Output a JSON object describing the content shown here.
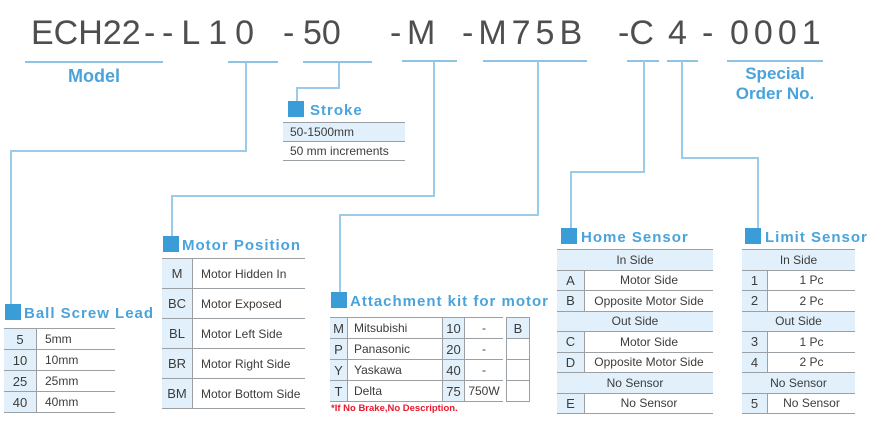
{
  "model_code": {
    "segments": [
      "ECH22",
      "-",
      "-L10",
      "-",
      "50",
      "-",
      "M",
      "-M75B",
      "-C",
      "4",
      "-",
      "0001"
    ],
    "model_label": "Model",
    "special_order_line1": "Special",
    "special_order_line2": "Order No."
  },
  "stroke": {
    "title": "Stroke",
    "range": "50-1500mm",
    "increment": "50 mm increments"
  },
  "ball_screw_lead": {
    "title": "Ball Screw Lead",
    "rows": [
      {
        "code": "5",
        "desc": "5mm"
      },
      {
        "code": "10",
        "desc": "10mm"
      },
      {
        "code": "25",
        "desc": "25mm"
      },
      {
        "code": "40",
        "desc": "40mm"
      }
    ]
  },
  "motor_position": {
    "title": "Motor Position",
    "rows": [
      {
        "code": "M",
        "desc": "Motor Hidden In"
      },
      {
        "code": "BC",
        "desc": "Motor Exposed"
      },
      {
        "code": "BL",
        "desc": "Motor Left Side"
      },
      {
        "code": "BR",
        "desc": "Motor Right Side"
      },
      {
        "code": "BM",
        "desc": "Motor Bottom Side"
      }
    ]
  },
  "attachment_kit": {
    "title": "Attachment kit for motor",
    "rows": [
      {
        "code": "M",
        "brand": "Mitsubishi",
        "power_code": "10",
        "power": "-"
      },
      {
        "code": "P",
        "brand": "Panasonic",
        "power_code": "20",
        "power": "-"
      },
      {
        "code": "Y",
        "brand": "Yaskawa",
        "power_code": "40",
        "power": "-"
      },
      {
        "code": "T",
        "brand": "Delta",
        "power_code": "75",
        "power": "750W"
      }
    ],
    "brake_code": "B",
    "footnote": "*If No Brake,No Description."
  },
  "home_sensor": {
    "title": "Home Sensor",
    "rows": [
      {
        "type": "group",
        "label": "In Side"
      },
      {
        "code": "A",
        "desc": "Motor Side"
      },
      {
        "code": "B",
        "desc": "Opposite Motor Side"
      },
      {
        "type": "group",
        "label": "Out Side"
      },
      {
        "code": "C",
        "desc": "Motor Side"
      },
      {
        "code": "D",
        "desc": "Opposite Motor Side"
      },
      {
        "type": "group",
        "label": "No Sensor"
      },
      {
        "code": "E",
        "desc": "No Sensor"
      }
    ]
  },
  "limit_sensor": {
    "title": "Limit Sensor",
    "rows": [
      {
        "type": "group",
        "label": "In Side"
      },
      {
        "code": "1",
        "desc": "1 Pc"
      },
      {
        "code": "2",
        "desc": "2 Pc"
      },
      {
        "type": "group",
        "label": "Out Side"
      },
      {
        "code": "3",
        "desc": "1 Pc"
      },
      {
        "code": "4",
        "desc": "2 Pc"
      },
      {
        "type": "group",
        "label": "No Sensor"
      },
      {
        "code": "5",
        "desc": "No Sensor"
      }
    ]
  },
  "colors": {
    "accent_blue": "#4aa3dc",
    "square_blue": "#3b9dd8",
    "line_blue": "#9ccbe9",
    "cell_bg_blue": "#e1f0fa",
    "border_gray": "#9aa0a4",
    "code_text": "#4e4e4e",
    "footnote_red": "#e8192c"
  }
}
